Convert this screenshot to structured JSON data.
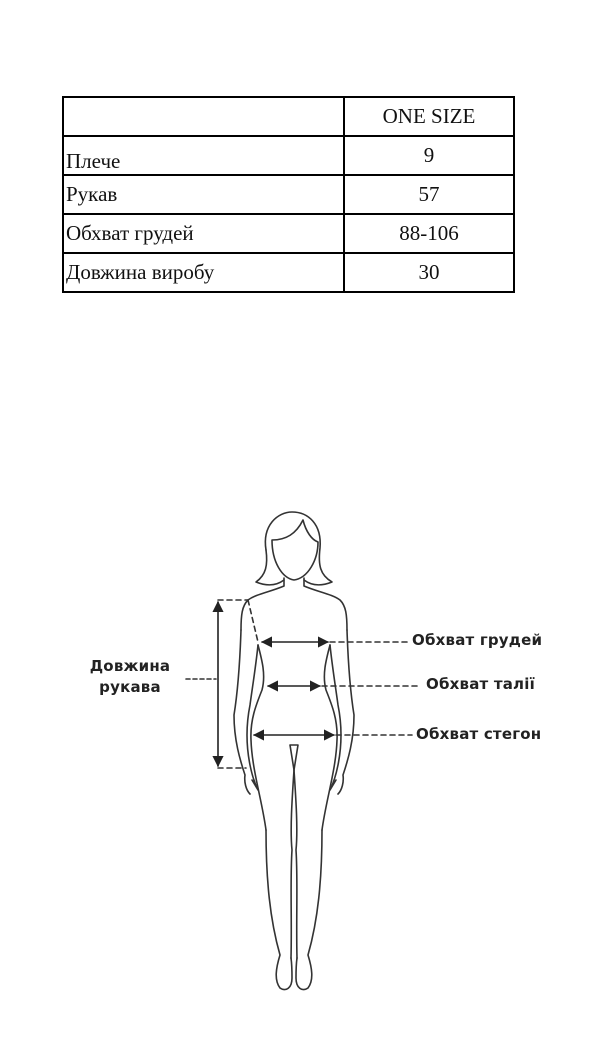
{
  "size_table": {
    "header": {
      "label": "",
      "size": "ONE SIZE"
    },
    "rows": [
      {
        "label": "Плече",
        "value": "9"
      },
      {
        "label": "Рукав",
        "value": "57"
      },
      {
        "label": "Обхват грудей",
        "value": "88-106"
      },
      {
        "label": "Довжина виробу",
        "value": "30"
      }
    ]
  },
  "figure": {
    "sleeve_length_label_line1": "Довжина",
    "sleeve_length_label_line2": "рукава",
    "chest_label": "Обхват грудей",
    "waist_label": "Обхват талії",
    "hips_label": "Обхват стегон",
    "line_color": "#333333",
    "icons": [
      "female-silhouette-icon",
      "double-arrow-icon"
    ]
  }
}
